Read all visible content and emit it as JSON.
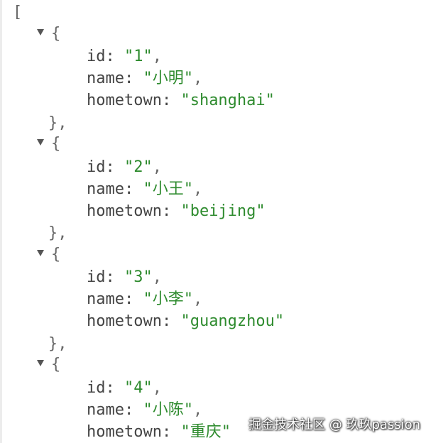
{
  "root": {
    "open_bracket": "["
  },
  "items": [
    {
      "id": "\"1\"",
      "name": "\"小明\"",
      "hometown": "\"shanghai\""
    },
    {
      "id": "\"2\"",
      "name": "\"小王\"",
      "hometown": "\"beijing\""
    },
    {
      "id": "\"3\"",
      "name": "\"小李\"",
      "hometown": "\"guangzhou\""
    },
    {
      "id": "\"4\"",
      "name": "\"小陈\"",
      "hometown": "\"重庆\""
    }
  ],
  "syntax": {
    "open_brace": "{",
    "close_brace": "},",
    "id_key": "id: ",
    "name_key": "name: ",
    "hometown_key": "hometown: ",
    "comma": ","
  },
  "icons": {
    "toggle": "caret-down-icon"
  },
  "colors": {
    "string": "#2e8b2e",
    "key": "#444444",
    "punctuation": "#666666"
  },
  "watermark": {
    "text": "掘金技术社区 @ 玖玖passion"
  }
}
